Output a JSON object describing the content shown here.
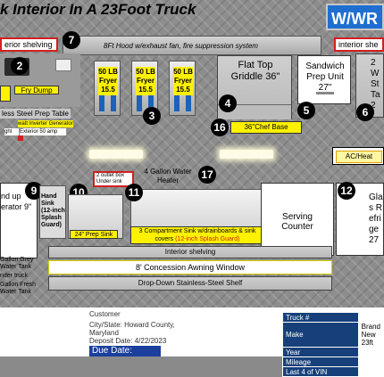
{
  "title": "k Interior In A 23Foot Truck",
  "logo": "W/WR",
  "labels": {
    "interior_shelving_left": "erior shelving",
    "interior_shelving_right": "interior she",
    "hood": "8Ft Hood w/exhaust fan, fire suppression  system",
    "fryer": [
      "50 LB Fryer 15.5",
      "50 LB Fryer 15.5",
      "50 LB Fryer 15.5"
    ],
    "griddle": "Flat Top Griddle 36\"",
    "sandwich": "Sandwich Prep Unit 27\"",
    "two_stove": "2 W St Ta 2",
    "fry_dump": "Fry Dump",
    "ss_prep": "less Steel Prep Table",
    "inverter": "watt Inverter Generator",
    "exterior_amp": "Exterior 50 amp",
    "ght": "ght",
    "chef_base": "36\"Chef Base",
    "ac_heat": "AC/Heat",
    "water_heater": "4 Gallon Water Heater",
    "outlet_box": "2 outlet box Under sink",
    "hand_sink": "Hand Sink (12-inch Splash Guard)",
    "prep_sink": "24\" Prep Sink",
    "comp_sink": "3 Compartment Sink w/drainboards & sink covers",
    "comp_sink_guard": "(12-inch Splash Guard)",
    "serving_counter": "Serving Counter",
    "glass_ref": "Glas Refrige 27",
    "standup_ref": "nd up erator 9\"",
    "interior_shelving_bottom": "Interior shelving",
    "awning": "8' Concession Awning Window",
    "dropdown_shelf": "Drop-Down Stainless-Steel Shelf",
    "grey_tank": "Gallon Grey Water Tank",
    "under_truck": "nder truck",
    "fresh_tank": "Gallon Fresh Water Tank"
  },
  "numbers": [
    "7",
    "2",
    "3",
    "4",
    "5",
    "6",
    "16",
    "17",
    "9",
    "10",
    "11",
    "12"
  ],
  "customer": {
    "customer": "Customer",
    "city": "City/State: Howard County, Maryland",
    "deposit": "Deposit Date: 4/22/2023",
    "due": "Due Date:"
  },
  "truck_table": [
    {
      "k": "Truck #",
      "v": ""
    },
    {
      "k": "Make",
      "v": "Brand New 23ft"
    },
    {
      "k": "Year",
      "v": ""
    },
    {
      "k": "Mileage",
      "v": ""
    },
    {
      "k": "Last 4 of VIN",
      "v": ""
    }
  ],
  "colors": {
    "accent_yellow": "#fff200",
    "table_header": "#17407a",
    "label_border": "#d21f1f",
    "logo": "#1f6fd1"
  }
}
